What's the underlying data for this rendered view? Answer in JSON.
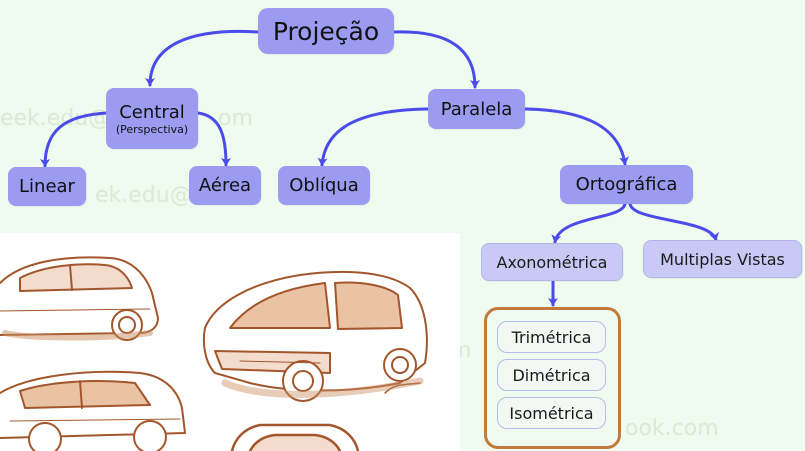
{
  "diagram": {
    "root": "Projeção",
    "central": {
      "label": "Central",
      "sublabel": "(Perspectiva)"
    },
    "paralela": "Paralela",
    "linear": "Linear",
    "aerea": "Aérea",
    "obliqua": "Oblíqua",
    "ortografica": "Ortográfica",
    "axonometrica": "Axonométrica",
    "multiplas_vistas": "Multiplas Vistas",
    "axonometric_types": [
      "Trimétrica",
      "Dimétrica",
      "Isométrica"
    ]
  },
  "colors": {
    "node": "#9b9bf2",
    "node_light": "#c9c9f5",
    "arrow": "#4b4bea",
    "group_border": "#c07a3e",
    "background": "#eefbee",
    "sketch": "#a3562b"
  },
  "image": {
    "subject": "car-design-sketches"
  }
}
